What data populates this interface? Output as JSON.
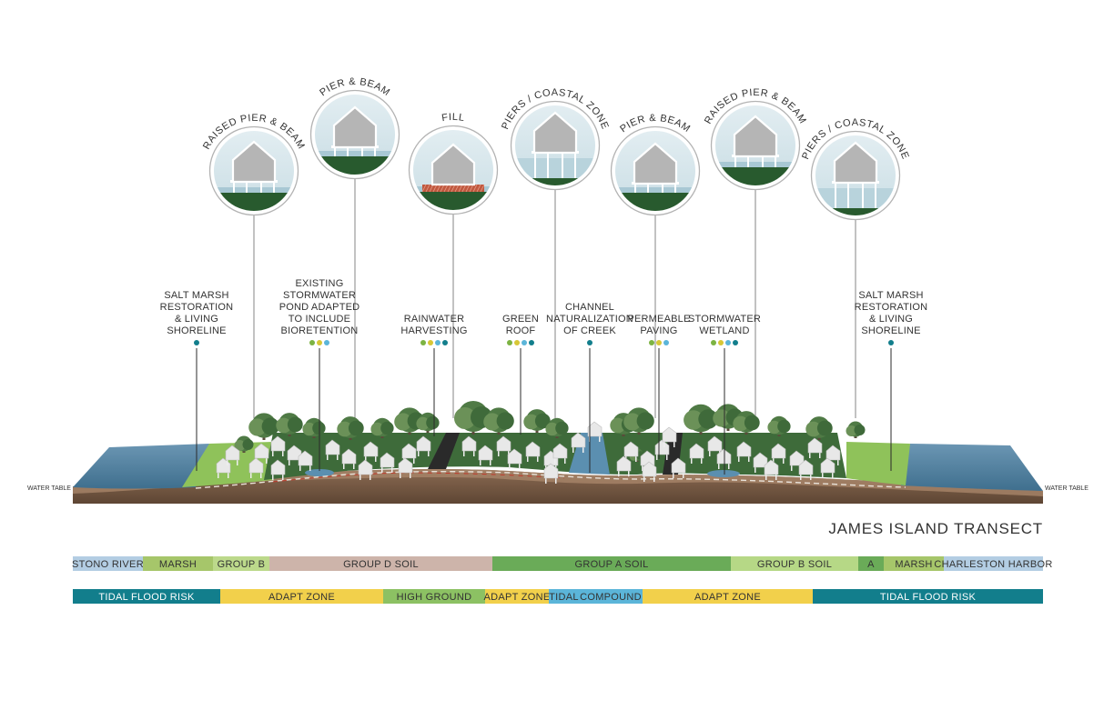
{
  "title": "JAMES ISLAND TRANSECT",
  "water_table_label": "WATER TABLE",
  "colors": {
    "dot_green": "#7cb342",
    "dot_yellow": "#d7c736",
    "dot_lightblue": "#5bb5d9",
    "dot_teal": "#127e8c"
  },
  "foundations": [
    {
      "label": "RAISED PIER & BEAM",
      "type": "raised-pier-beam"
    },
    {
      "label": "PIER & BEAM",
      "type": "pier-beam"
    },
    {
      "label": "FILL",
      "type": "fill"
    },
    {
      "label": "PIERS / COASTAL ZONE",
      "type": "piers-coastal"
    },
    {
      "label": "PIER & BEAM",
      "type": "pier-beam"
    },
    {
      "label": "RAISED PIER & BEAM",
      "type": "raised-pier-beam"
    },
    {
      "label": "PIERS / COASTAL ZONE",
      "type": "piers-coastal"
    }
  ],
  "annotations": [
    {
      "lines": [
        "SALT MARSH",
        "RESTORATION",
        "& LIVING",
        "SHORELINE"
      ],
      "dots": [
        "dot_teal"
      ]
    },
    {
      "lines": [
        "EXISTING",
        "STORMWATER",
        "POND ADAPTED",
        "TO INCLUDE",
        "BIORETENTION"
      ],
      "dots": [
        "dot_green",
        "dot_yellow",
        "dot_lightblue"
      ]
    },
    {
      "lines": [
        "RAINWATER",
        "HARVESTING"
      ],
      "dots": [
        "dot_green",
        "dot_yellow",
        "dot_lightblue",
        "dot_teal"
      ]
    },
    {
      "lines": [
        "GREEN",
        "ROOF"
      ],
      "dots": [
        "dot_green",
        "dot_yellow",
        "dot_lightblue",
        "dot_teal"
      ]
    },
    {
      "lines": [
        "CHANNEL",
        "NATURALIZATION",
        "OF CREEK"
      ],
      "dots": [
        "dot_teal"
      ]
    },
    {
      "lines": [
        "PERMEABLE",
        "PAVING"
      ],
      "dots": [
        "dot_green",
        "dot_yellow",
        "dot_lightblue"
      ]
    },
    {
      "lines": [
        "STORMWATER",
        "WETLAND"
      ],
      "dots": [
        "dot_green",
        "dot_yellow",
        "dot_lightblue",
        "dot_teal"
      ]
    },
    {
      "lines": [
        "SALT MARSH",
        "RESTORATION",
        "& LIVING",
        "SHORELINE"
      ],
      "dots": [
        "dot_teal"
      ]
    }
  ],
  "soil_strip": [
    {
      "label": "STONO RIVER",
      "color": "#b3cde3"
    },
    {
      "label": "MARSH",
      "color": "#a6c66a"
    },
    {
      "label": "GROUP B",
      "color": "#bcd98b"
    },
    {
      "label": "GROUP D SOIL",
      "color": "#cdb4aa"
    },
    {
      "label": "GROUP A SOIL",
      "color": "#6aab58"
    },
    {
      "label": "GROUP B SOIL",
      "color": "#b6d886"
    },
    {
      "label": "A",
      "color": "#6aab58"
    },
    {
      "label": "MARSH",
      "color": "#a6c66a"
    },
    {
      "label": "CHARLESTON HARBOR",
      "color": "#b3cde3"
    }
  ],
  "risk_strip": [
    {
      "label": "TIDAL FLOOD RISK",
      "color": "#127e8c"
    },
    {
      "label": "ADAPT ZONE",
      "color": "#f2d04b"
    },
    {
      "label": "HIGH GROUND",
      "color": "#8cc163"
    },
    {
      "label": "ADAPT ZONE",
      "color": "#f2d04b"
    },
    {
      "label": "TIDAL",
      "color": "#5bb5d9"
    },
    {
      "label": "COMPOUND",
      "color": "#5bb5d9"
    },
    {
      "label": "ADAPT ZONE",
      "color": "#f2d04b"
    },
    {
      "label": "TIDAL FLOOD RISK",
      "color": "#127e8c"
    }
  ]
}
